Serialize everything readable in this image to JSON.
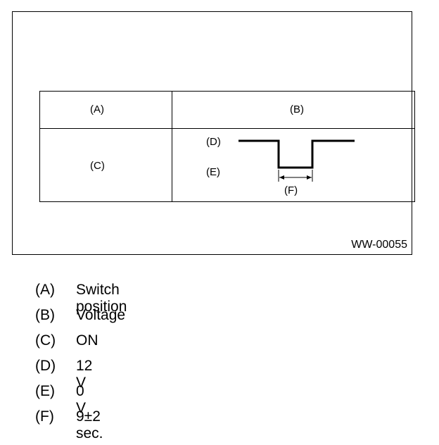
{
  "diagram": {
    "header_a": "(A)",
    "header_b": "(B)",
    "row_label": "(C)",
    "level_high_label": "(D)",
    "level_low_label": "(E)",
    "duration_label": "(F)",
    "figure_id": "WW-00055"
  },
  "legend": [
    {
      "key": "(A)",
      "value": "Switch position"
    },
    {
      "key": "(B)",
      "value": "Voltage"
    },
    {
      "key": "(C)",
      "value": "ON"
    },
    {
      "key": "(D)",
      "value": "12 V"
    },
    {
      "key": "(E)",
      "value": "0 V"
    },
    {
      "key": "(F)",
      "value": "9±2 sec."
    }
  ]
}
